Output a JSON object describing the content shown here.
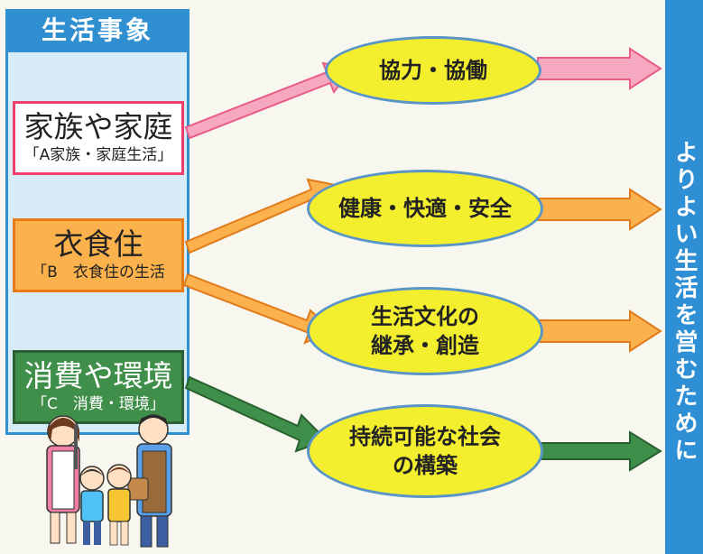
{
  "left_panel": {
    "title": "生活事象",
    "categories": [
      {
        "main": "家族や家庭",
        "sub": "「A家族・家庭生活」"
      },
      {
        "main": "衣食住",
        "sub": "「B　衣食住の生活"
      },
      {
        "main": "消費や環境",
        "sub": "「C　消費・環境」"
      }
    ]
  },
  "goals": [
    "協力・協働",
    "健康・快適・安全",
    "生活文化の継承・創造",
    "持続可能な社会の構築"
  ],
  "right_panel": {
    "label": "よりよい生活を営むために"
  },
  "colors": {
    "panel_blue": "#2f8fd0",
    "pink": "#ee3f6b",
    "orange": "#fbb24d",
    "green": "#3f8f4a",
    "yellow": "#f4ef2e"
  }
}
